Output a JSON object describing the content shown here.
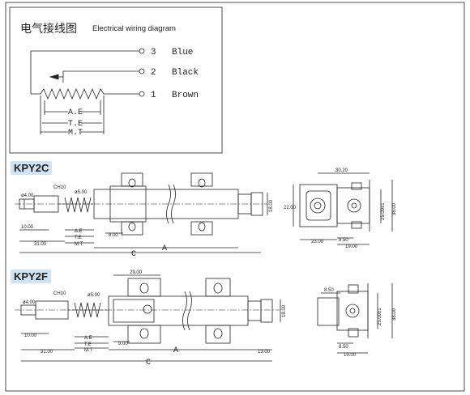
{
  "wiring": {
    "title_cn": "电气接线图",
    "title_en": "Electrical wiring diagram",
    "terminals": [
      {
        "num": "3",
        "label": "Blue"
      },
      {
        "num": "2",
        "label": "Black"
      },
      {
        "num": "1",
        "label": "Brown"
      }
    ],
    "ranges": [
      "A.E",
      "T.E",
      "M.T"
    ]
  },
  "kpy2c": {
    "name": "KPY2C",
    "dims": {
      "ch": "CH10",
      "d4": "ø4.00",
      "d5": "ø5.00",
      "d10": "10.00",
      "d31": "31.00",
      "ae": "A.E",
      "te": "T.E",
      "mt": "M.T",
      "d9": "9.00",
      "c": "C",
      "a": "A",
      "d18": "18.00",
      "d22": "22.00",
      "d30": "30.20",
      "d23": "23.00",
      "d850": "8.50",
      "d19": "19.00",
      "d25": "25.00±1",
      "d38": "38.00"
    }
  },
  "kpy2f": {
    "name": "KPY2F",
    "dims": {
      "ch": "CH10",
      "d4": "ø4.00",
      "d5": "ø5.00",
      "d10": "10.00",
      "d31": "31.00",
      "ae": "A.E",
      "te": "T.E",
      "mt": "M.T",
      "d9": "9.00",
      "c": "C",
      "a": "A",
      "d29": "29.00",
      "d18": "18.00",
      "d13": "13.00",
      "d850": "8.50",
      "d850b": "8.50",
      "d19": "19.00",
      "d25": "25.00±1",
      "d38": "38.00"
    }
  }
}
